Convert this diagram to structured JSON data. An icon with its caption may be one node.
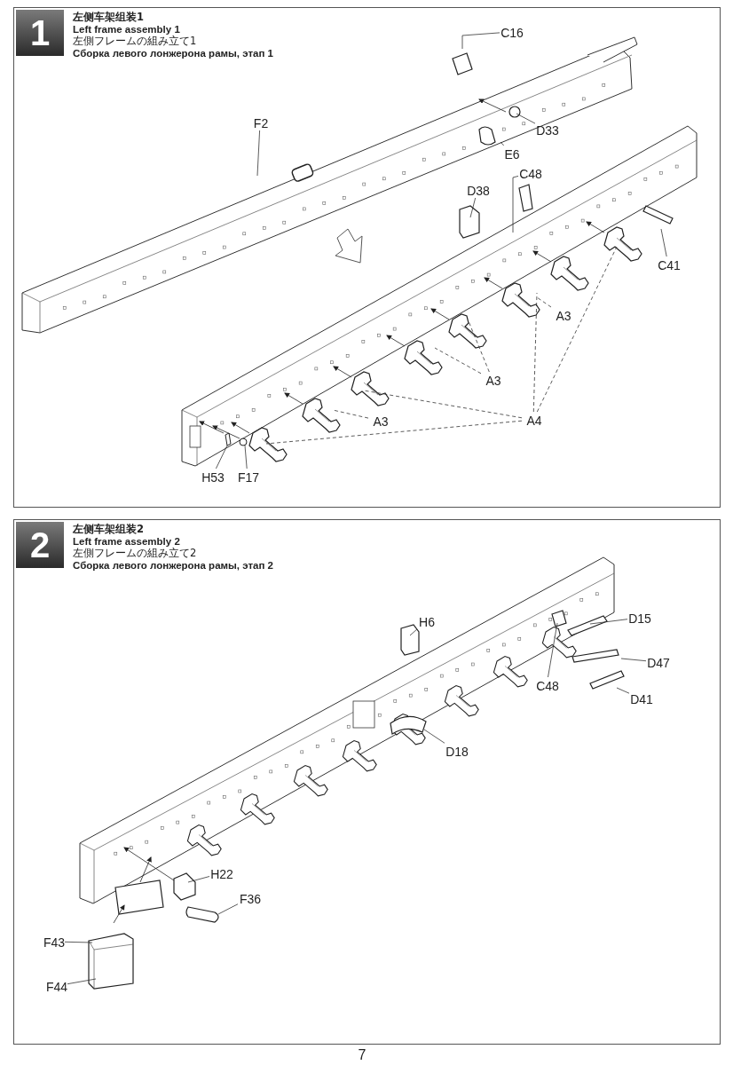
{
  "diagram": {
    "nodes": [
      {
        "text": [
          "1",
          "左侧车架组装1",
          "Left frame assembly 1",
          "左側フレームの組み立て1",
          "Сборка левого лонжерона рамы, этап 1"
        ]
      },
      {
        "text": [
          "C16"
        ],
        "in": 0
      },
      {
        "text": [
          "F2"
        ],
        "in": 0
      },
      {
        "text": [
          "D33"
        ],
        "in": 0
      },
      {
        "text": [
          "E6"
        ],
        "in": 0
      },
      {
        "text": [
          "C48"
        ],
        "in": 0
      },
      {
        "text": [
          "D38"
        ],
        "in": 0
      },
      {
        "text": [
          "C41"
        ],
        "in": 0
      },
      {
        "text": [
          "A3"
        ],
        "in": 0
      },
      {
        "text": [
          "A3"
        ],
        "in": 0
      },
      {
        "text": [
          "A4"
        ],
        "in": 0
      },
      {
        "text": [
          "A3"
        ],
        "in": 0
      },
      {
        "text": [
          "H53"
        ],
        "in": 0
      },
      {
        "text": [
          "F17"
        ],
        "in": 0
      },
      {
        "text": [
          "2",
          "左侧车架组装2",
          "Left frame assembly 2",
          "左側フレームの組み立て2",
          "Сборка левого лонжерона рамы, этап 2"
        ]
      },
      {
        "text": [
          "H6"
        ],
        "in": 14
      },
      {
        "text": [
          "D15"
        ],
        "in": 14
      },
      {
        "text": [
          "D47"
        ],
        "in": 14
      },
      {
        "text": [
          "C48"
        ],
        "in": 14
      },
      {
        "text": [
          "D41"
        ],
        "in": 14
      },
      {
        "text": [
          "D18"
        ],
        "in": 14
      },
      {
        "text": [
          "H22"
        ],
        "in": 14
      },
      {
        "text": [
          "F36"
        ],
        "in": 14
      },
      {
        "text": [
          "F43"
        ],
        "in": 14
      },
      {
        "text": [
          "F44"
        ],
        "in": 14
      }
    ],
    "edges": [
      {
        "from": 1,
        "to": null,
        "arrow": "none"
      },
      {
        "from": 2,
        "to": null,
        "arrow": "none"
      },
      {
        "from": 3,
        "to": null,
        "arrow": "none"
      },
      {
        "from": 4,
        "to": null,
        "arrow": "none"
      },
      {
        "from": 5,
        "to": null,
        "arrow": "none"
      },
      {
        "from": 6,
        "to": null,
        "arrow": "none"
      },
      {
        "from": 7,
        "to": null,
        "arrow": "none"
      },
      {
        "from": 8,
        "to": null,
        "arrow": "none",
        "style": "dashed"
      },
      {
        "from": 9,
        "to": null,
        "arrow": "none",
        "style": "dashed"
      },
      {
        "from": 9,
        "to": null,
        "arrow": "none",
        "style": "dashed"
      },
      {
        "from": 10,
        "to": null,
        "arrow": "none",
        "style": "dashed"
      },
      {
        "from": 10,
        "to": null,
        "arrow": "none",
        "style": "dashed"
      },
      {
        "from": 10,
        "to": null,
        "arrow": "none",
        "style": "dashed"
      },
      {
        "from": 10,
        "to": null,
        "arrow": "none",
        "style": "dashed"
      },
      {
        "from": 11,
        "to": null,
        "arrow": "none",
        "style": "dashed"
      },
      {
        "from": 12,
        "to": null,
        "arrow": "none"
      },
      {
        "from": 13,
        "to": null,
        "arrow": "none"
      },
      {
        "from": 15,
        "to": null,
        "arrow": "none"
      },
      {
        "from": 16,
        "to": null,
        "arrow": "none"
      },
      {
        "from": 17,
        "to": null,
        "arrow": "none"
      },
      {
        "from": 18,
        "to": null,
        "arrow": "none"
      },
      {
        "from": 19,
        "to": null,
        "arrow": "none"
      },
      {
        "from": 20,
        "to": null,
        "arrow": "none"
      },
      {
        "from": 21,
        "to": null,
        "arrow": "none"
      },
      {
        "from": 22,
        "to": null,
        "arrow": "none"
      },
      {
        "from": 23,
        "to": null,
        "arrow": "none"
      },
      {
        "from": 24,
        "to": null,
        "arrow": "none"
      }
    ],
    "labels": [
      "7"
    ]
  }
}
